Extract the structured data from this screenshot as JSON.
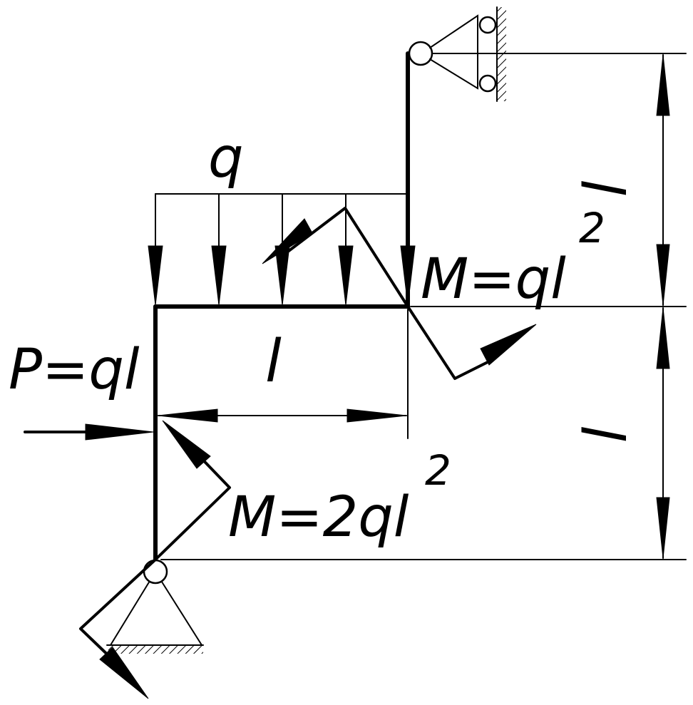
{
  "labels": {
    "q": "q",
    "P": "P=ql",
    "span_horizontal": "l",
    "span_vertical_top": "l",
    "span_vertical_bottom": "l",
    "moment_top": "M=ql",
    "moment_top_exp": "2",
    "moment_bottom": "M=2ql",
    "moment_bottom_exp": "2"
  }
}
